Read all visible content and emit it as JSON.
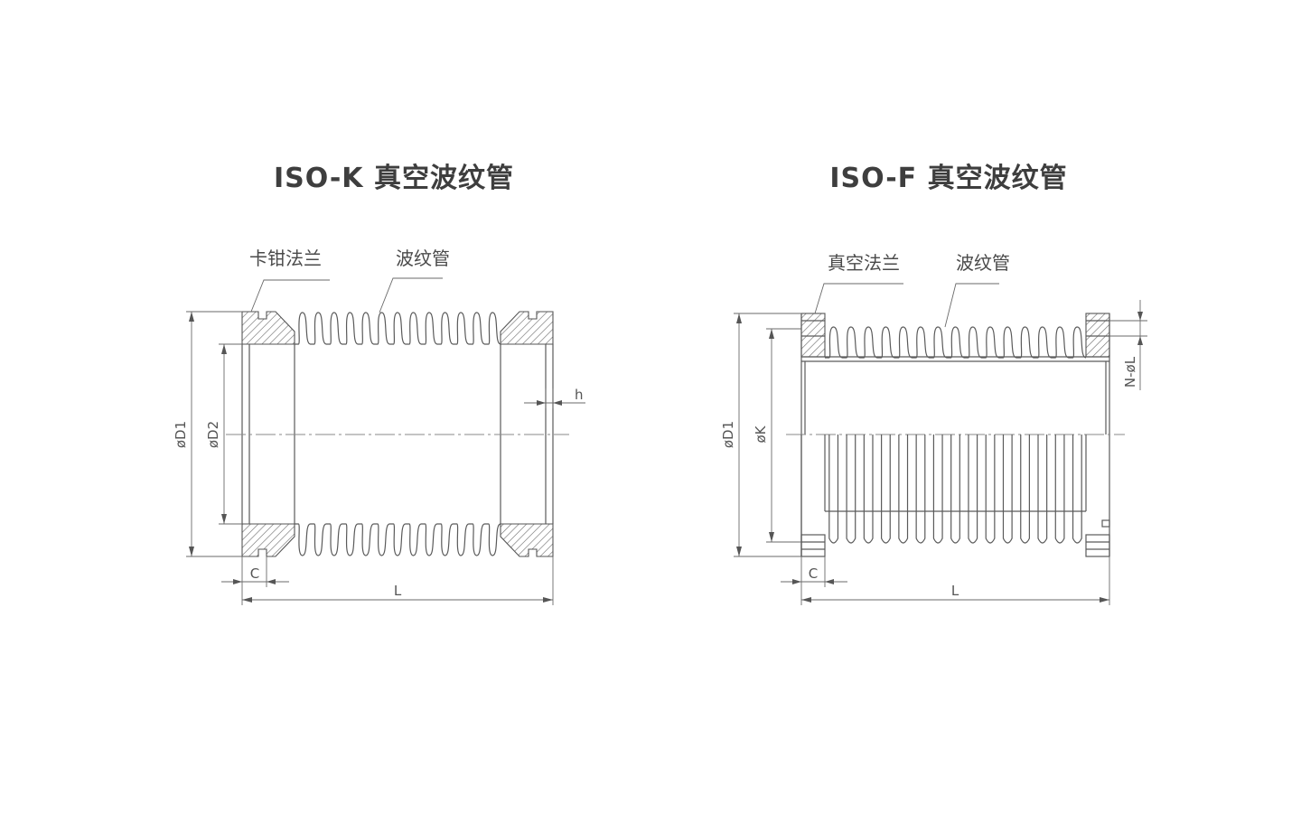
{
  "diagrams": {
    "iso_k": {
      "title": "ISO-K 真空波纹管",
      "callouts": {
        "flange": "卡钳法兰",
        "bellows": "波纹管"
      },
      "dims": {
        "d1": "øD1",
        "d2": "øD2",
        "h": "h",
        "c": "C",
        "l": "L"
      }
    },
    "iso_f": {
      "title": "ISO-F 真空波纹管",
      "callouts": {
        "flange": "真空法兰",
        "bellows": "波纹管"
      },
      "dims": {
        "d1": "øD1",
        "k": "øK",
        "nl": "N-øL",
        "c": "C",
        "l": "L"
      }
    }
  },
  "colors": {
    "line": "#5a5a5a",
    "title": "#3e3e3e",
    "background": "#ffffff"
  }
}
